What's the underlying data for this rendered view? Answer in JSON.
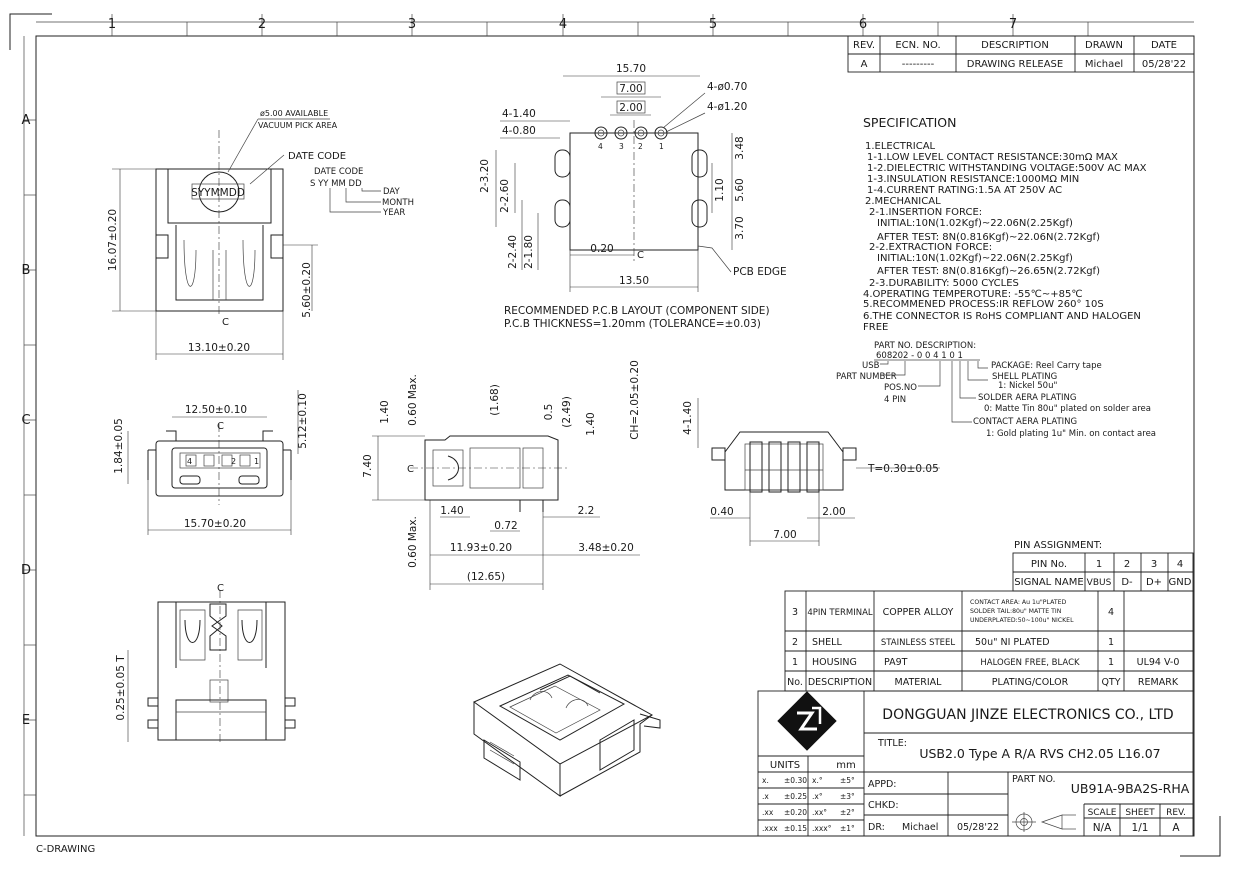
{
  "zone_cols": [
    "1",
    "2",
    "3",
    "4",
    "5",
    "6",
    "7"
  ],
  "zone_rows": [
    "A",
    "B",
    "C",
    "D",
    "E"
  ],
  "footer_label": "C-DRAWING",
  "revision_table": {
    "headers": [
      "REV.",
      "ECN. NO.",
      "DESCRIPTION",
      "DRAWN",
      "DATE"
    ],
    "row": [
      "A",
      "---------",
      "DRAWING RELEASE",
      "Michael",
      "05/28'22"
    ]
  },
  "specification": {
    "title": "SPECIFICATION",
    "lines": [
      "1.ELECTRICAL",
      "  1-1.LOW LEVEL CONTACT RESISTANCE:30mΩ MAX",
      "  1-2.DIELECTRIC WITHSTANDING VOLTAGE:500V AC MAX",
      "  1-3.INSULATION RESISTANCE:1000MΩ MIN",
      "  1-4.CURRENT RATING:1.5A AT 250V AC",
      "2.MECHANICAL",
      "  2-1.INSERTION FORCE:",
      "    INITIAL:10N(1.02Kgf)~22.06N(2.25Kgf)",
      "    AFTER TEST: 8N(0.816Kgf)~22.06N(2.72Kgf)",
      "  2-2.EXTRACTION FORCE:",
      "    INITIAL:10N(1.02Kgf)~22.06N(2.25Kgf)",
      "    AFTER TEST: 8N(0.816Kgf)~26.65N(2.72Kgf)",
      "  2-3.DURABILITY: 5000 CYCLES",
      "4.OPERATING TEMPEROTURE: -55℃~+85℃",
      "5.RECOMMENED PROCESS:IR REFLOW 260° 10S",
      "6.THE CONNECTOR IS RoHS COMPLIANT AND HALOGEN",
      "FREE"
    ]
  },
  "part_no_description": {
    "title": "PART NO. DESCRIPTION:",
    "code": "608202 - 0 0 4 1 0 1",
    "usb": "USB",
    "part_number": "PART NUMBER",
    "pos_no": "POS.NO",
    "pin4": "4 PIN",
    "package": "PACKAGE: Reel Carry tape",
    "shell_plating": "SHELL PLATING",
    "shell_nickel": "1: Nickel 50u\"",
    "solder_plating": "SOLDER AERA PLATING",
    "solder_value": "0: Matte Tin 80u\" plated on solder area",
    "contact_plating": "CONTACT AERA PLATING",
    "contact_value": "1: Gold plating 1u\" Min. on contact area"
  },
  "pin_assignment": {
    "title": "PIN ASSIGNMENT:",
    "pin_label": "PIN No.",
    "signal_label": "SIGNAL NAME",
    "pins": [
      "1",
      "2",
      "3",
      "4"
    ],
    "signals": [
      "VBUS",
      "D-",
      "D+",
      "GND"
    ]
  },
  "bom": {
    "rows": [
      [
        "3",
        "4PIN TERMINAL",
        "COPPER ALLOY",
        "",
        "4",
        ""
      ],
      [
        "2",
        "SHELL",
        "STAINLESS STEEL",
        "50u\" NI PLATED",
        "1",
        ""
      ],
      [
        "1",
        "HOUSING",
        "PA9T",
        "HALOGEN FREE, BLACK",
        "1",
        "UL94 V-0"
      ]
    ],
    "plating_3_lines": [
      "CONTACT AREA: Au 1u\"PLATED",
      "SOLDER TAIL:80u\" MATTE TIN",
      "UNDERPLATED:50~100u\" NICKEL"
    ],
    "headers": [
      "No.",
      "DESCRIPTION",
      "MATERIAL",
      "PLATING/COLOR",
      "QTY",
      "REMARK"
    ]
  },
  "title_block": {
    "company": "DONGGUAN JINZE ELECTRONICS CO., LTD",
    "title_label": "TITLE:",
    "title": "USB2.0 Type A R/A RVS CH2.05 L16.07",
    "units_label": "UNITS",
    "units": "mm",
    "tolerances": [
      [
        "x.",
        "±0.30",
        "x.°",
        "±5°"
      ],
      [
        ".x",
        "±0.25",
        ".x°",
        "±3°"
      ],
      [
        ".xx",
        "±0.20",
        ".xx°",
        "±2°"
      ],
      [
        ".xxx",
        "±0.15",
        ".xxx°",
        "±1°"
      ]
    ],
    "appd": "APPD:",
    "chkd": "CHKD:",
    "dr": "DR:",
    "drawn_by": "Michael",
    "date": "05/28'22",
    "part_no_label": "PART NO.",
    "part_no": "UB91A-9BA2S-RHA",
    "scale_label": "SCALE",
    "sheet_label": "SHEET",
    "rev_label": "REV.",
    "scale": "N/A",
    "sheet": "1/1",
    "rev": "A"
  },
  "pcb_layout": {
    "note1": "RECOMMENDED P.C.B LAYOUT (COMPONENT SIDE)",
    "note2": "P.C.B THICKNESS=1.20mm (TOLERANCE=±0.03)",
    "pcb_edge": "PCB EDGE",
    "dims": [
      "15.70",
      "7.00",
      "2.00",
      "4-ø0.70",
      "4-ø1.20",
      "4-1.40",
      "4-0.80",
      "3.48",
      "1.10",
      "5.60",
      "3.70",
      "2-3.20",
      "2-2.60",
      "2-2.40",
      "2-1.80",
      "0.20",
      "13.50"
    ],
    "pin_labels": [
      "4",
      "3",
      "2",
      "1"
    ],
    "cl": "C"
  },
  "top_view": {
    "note1": "ø5.00 AVAILABLE",
    "note2": "VACUUM PICK AREA",
    "date_code": "DATE CODE",
    "date_code2": "DATE CODE",
    "date_format": "S  YY  MM DD",
    "day": "DAY",
    "month": "MONTH",
    "year": "YEAR",
    "stamp": "SYYMMDD",
    "dims": [
      "16.07±0.20",
      "5.60±0.20",
      "13.10±0.20"
    ],
    "cl": "C"
  },
  "front_view": {
    "dims": [
      "12.50±0.10",
      "1.84±0.05",
      "5.12±0.10",
      "15.70±0.20"
    ],
    "pin_marks": [
      "4",
      "2",
      "1"
    ],
    "cl": "C"
  },
  "side_view": {
    "dims": [
      "1.40",
      "0.60 Max.",
      "(1.68)",
      "0.5",
      "(2.49)",
      "1.40",
      "CH=2.05±0.20",
      "7.40",
      "1.40",
      "0.72",
      "2.2",
      "11.93±0.20",
      "3.48±0.20",
      "0.60 Max.",
      "(12.65)"
    ],
    "cl": "C"
  },
  "rear_view": {
    "dims": [
      "4-1.40",
      "T=0.30±0.05",
      "0.40",
      "2.00",
      "7.00"
    ]
  },
  "bottom_view": {
    "dims": [
      "0.25±0.05 T"
    ],
    "cl": "C"
  }
}
